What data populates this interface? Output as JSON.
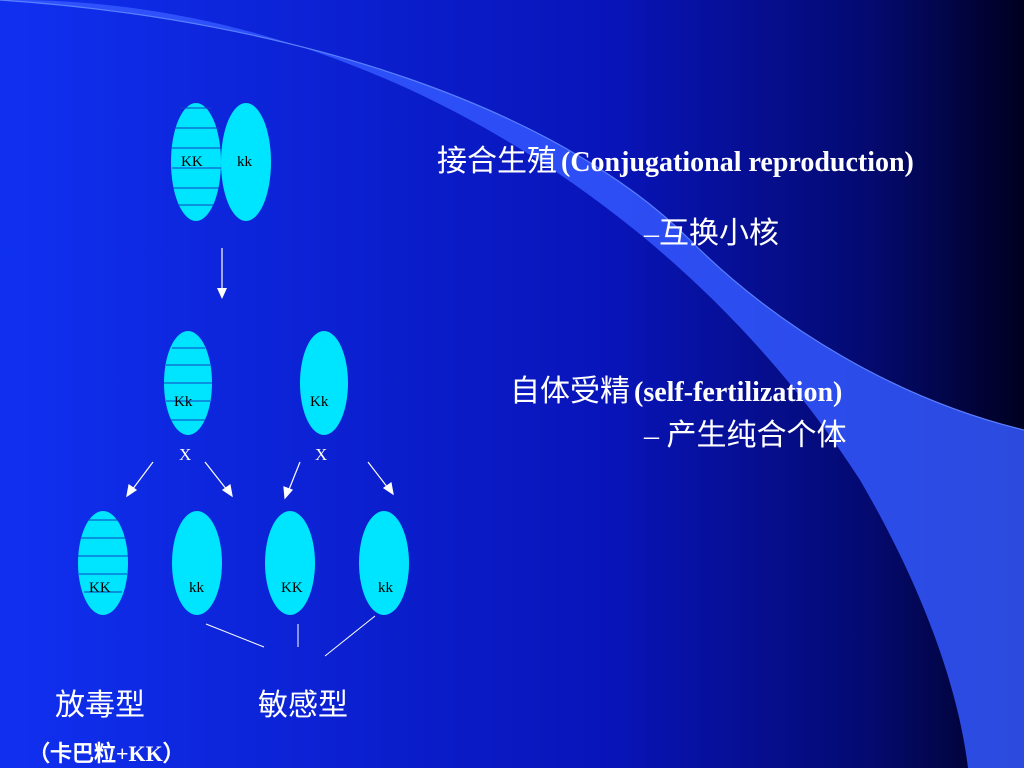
{
  "colors": {
    "cell_fill": "#00e5ff",
    "background": "#0a12c8",
    "text": "#ffffff",
    "sweep": "#3a5cff"
  },
  "cells": {
    "parent_left": "KK",
    "parent_right": "kk",
    "f1_left": "Kk",
    "f1_right": "Kk",
    "child1": "KK",
    "child2": "kk",
    "child3": "KK",
    "child4": "kk"
  },
  "cross": {
    "left": "X",
    "right": "X"
  },
  "text": {
    "conjugation_zh": "接合生殖",
    "conjugation_en": "(Conjugational reproduction)",
    "exchange_note": "–互换小核",
    "selfing_zh": "自体受精",
    "selfing_en": "(self-fertilization)",
    "homozygote_note": "– 产生纯合个体",
    "killer_type": "放毒型",
    "sensitive_type": "敏感型",
    "killer_note": "（卡巴粒+KK）"
  }
}
